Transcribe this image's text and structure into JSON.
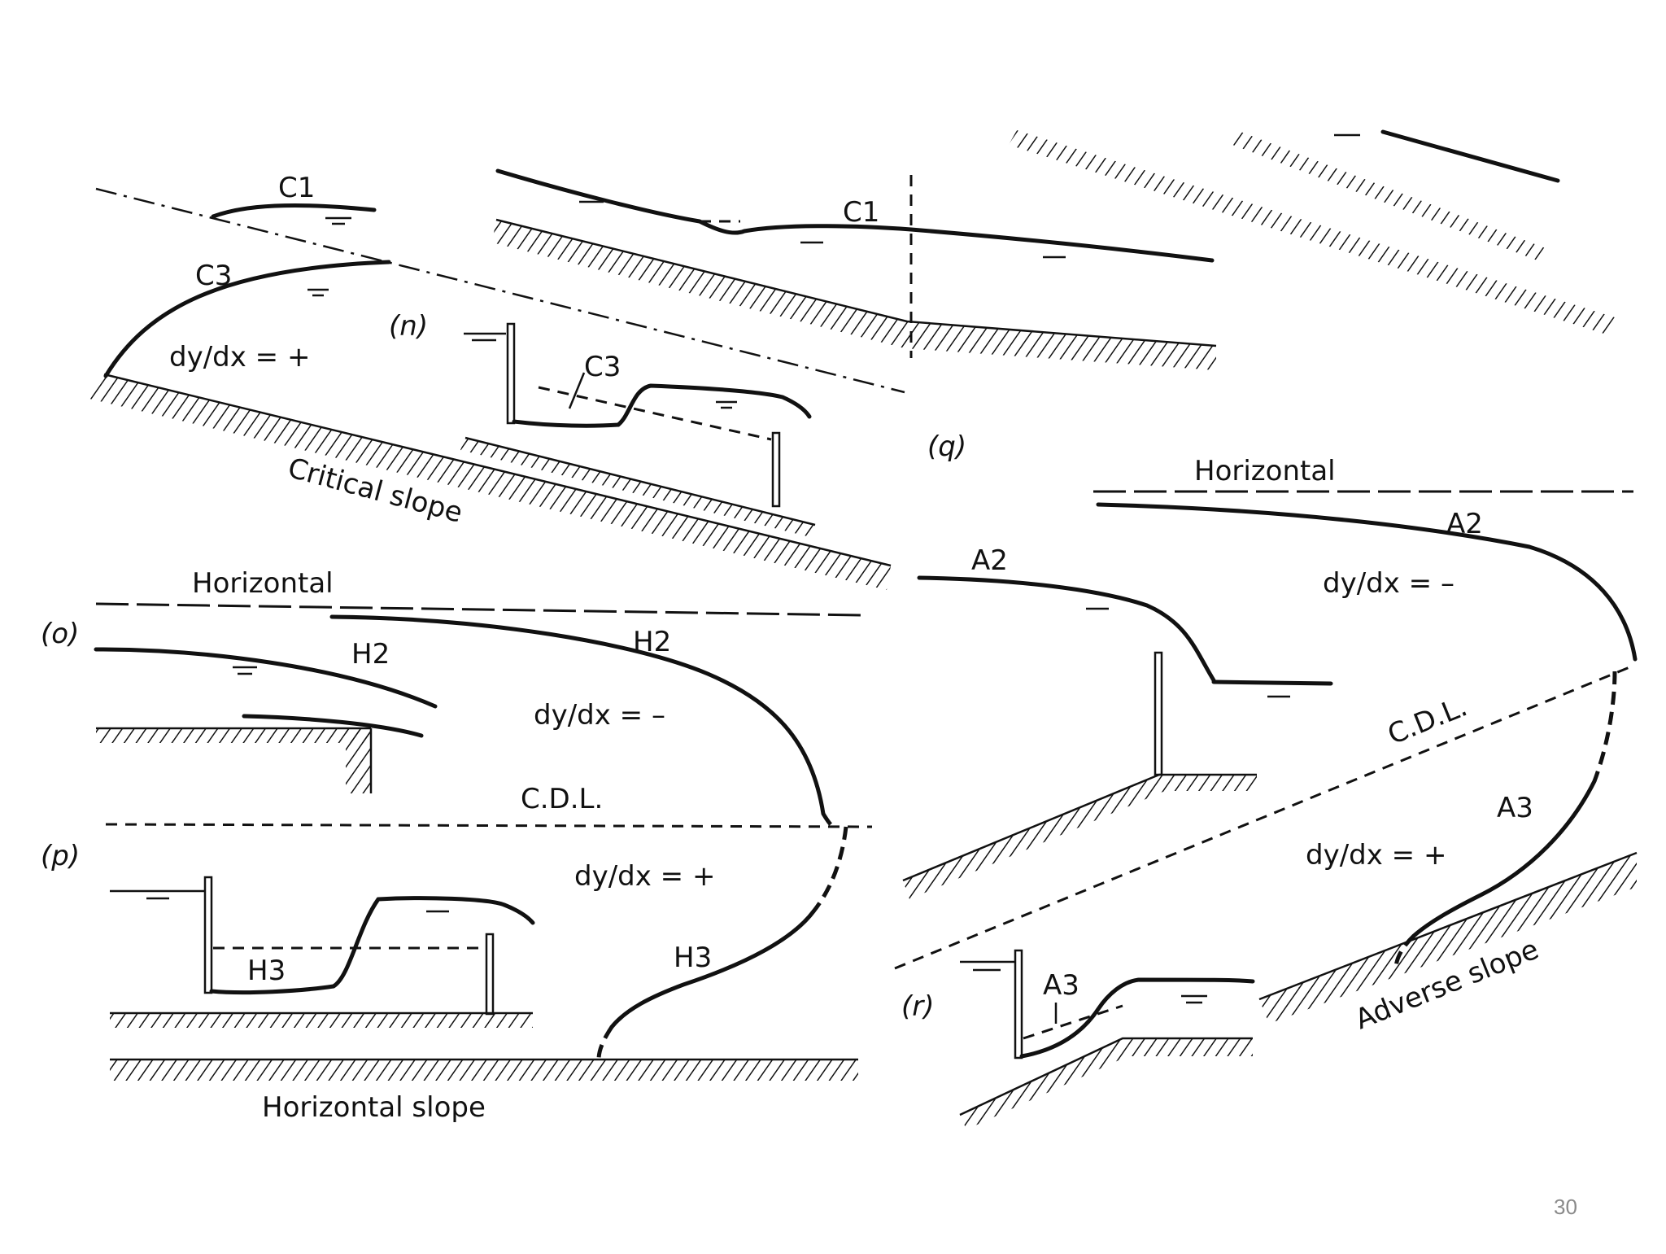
{
  "labels": {
    "c1_left": "C1",
    "c3_left": "C3",
    "dydx_plus_critical": "dy/dx = +",
    "panel_n": "(n)",
    "c3_inset": "C3",
    "c1_right": "C1",
    "critical_slope": "Critical slope",
    "panel_q": "(q)",
    "horizontal_left": "Horizontal",
    "panel_o": "(o)",
    "h2_inset": "H2",
    "h2_main": "H2",
    "dydx_minus_h": "dy/dx = –",
    "cdl_left": "C.D.L.",
    "panel_p": "(p)",
    "dydx_plus_h": "dy/dx = +",
    "h3_inset": "H3",
    "h3_main": "H3",
    "horizontal_slope": "Horizontal slope",
    "horizontal_right": "Horizontal",
    "a2_main": "A2",
    "a2_inset": "A2",
    "dydx_minus_a": "dy/dx = –",
    "cdl_right": "C.D.L.",
    "a3_main": "A3",
    "dydx_plus_a": "dy/dx = +",
    "panel_r": "(r)",
    "a3_inset": "A3",
    "adverse_slope": "Adverse slope"
  },
  "page_number": "30"
}
